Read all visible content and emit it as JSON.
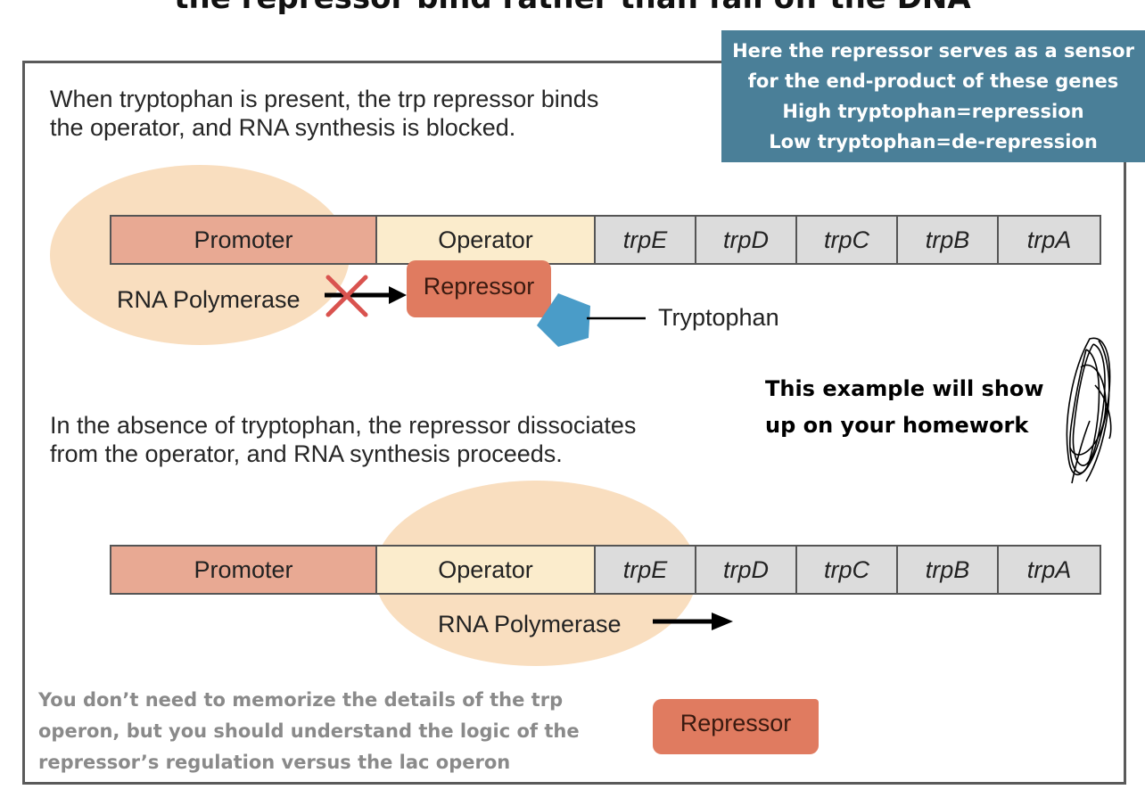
{
  "slide": {
    "title": "the repressor bind rather than fall off the DNA"
  },
  "top_panel": {
    "caption_line1": "When tryptophan is present, the trp repressor binds",
    "caption_line2": "the operator, and RNA synthesis is blocked.",
    "segments": [
      "Promoter",
      "Operator",
      "trpE",
      "trpD",
      "trpC",
      "trpB",
      "trpA"
    ],
    "rna_polymerase_label": "RNA Polymerase",
    "repressor_label": "Repressor",
    "tryptophan_label": "Tryptophan"
  },
  "bottom_panel": {
    "caption_line1": "In the absence of tryptophan, the repressor dissociates",
    "caption_line2": "from the operator, and RNA synthesis proceeds.",
    "segments": [
      "Promoter",
      "Operator",
      "trpE",
      "trpD",
      "trpC",
      "trpB",
      "trpA"
    ],
    "rna_polymerase_label": "RNA Polymerase",
    "repressor_label": "Repressor"
  },
  "callout": {
    "lines": [
      "Here the repressor serves as a sensor",
      "for the end-product of these genes",
      "High tryptophan=repression",
      "Low tryptophan=de-repression"
    ]
  },
  "homework_note": {
    "line1": "This example will show",
    "line2": "up on your homework"
  },
  "footnote": {
    "line1": "You don’t need to memorize the details of the trp",
    "line2": "operon, but you should understand the logic of the",
    "line3": "repressor’s regulation versus the lac operon"
  },
  "colors": {
    "promoter": "#e8a993",
    "operator": "#fbeccc",
    "gene": "#dcdcdc",
    "repressor": "#e07b60",
    "tryptophan": "#4a9cc8",
    "polymerase_ellipse": "#f9dcbc",
    "callout": "#4a7f98",
    "block_x": "#d9534f"
  }
}
